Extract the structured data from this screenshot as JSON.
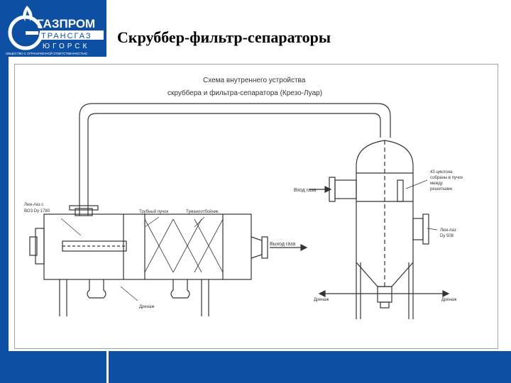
{
  "header": {
    "title": "Скруббер-фильтр-сепараторы",
    "logo": {
      "line1": "ГАЗПРОМ",
      "line2": "ТРАНСГАЗ",
      "line3": "ЮГОРСК",
      "line4": "ОБЩЕСТВО С ОГРАНИЧЕННОЙ ОТВЕТСТВЕННОСТЬЮ"
    }
  },
  "diagram": {
    "title_line1": "Схема внутреннего устройства",
    "title_line2": "скруббера и фильтра-сепаратора (Крезо-Луар)",
    "labels": {
      "hatch_left": "Люк-лаз с",
      "hatch_left2": "ВОЗ Dy 1780",
      "tube_bundle": "Трубный пучок",
      "mist_eliminator": "Туманоотбойник",
      "gas_out": "Выход газа",
      "drain_left": "Дренаж",
      "gas_in": "Вход газа",
      "cyclones": "43 циклона",
      "cyclones2": "собраны в пучок",
      "cyclones3": "между",
      "cyclones4": "решетками",
      "hatch_right": "Люк-лаз",
      "hatch_right2": "Dy 508",
      "drain_right_a": "Дренаж",
      "drain_right_b": "Дренаж"
    }
  },
  "colors": {
    "brand_blue": "#0d4fa3",
    "line": "#333333"
  }
}
